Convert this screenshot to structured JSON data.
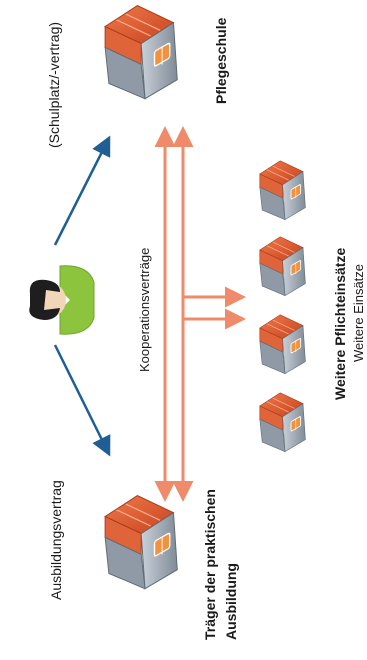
{
  "diagram": {
    "colors": {
      "arrow_blue": "#1f5f96",
      "arrow_orange": "#ef8a6a",
      "roof": "#d9552e",
      "wall": "#9aa6b2",
      "person_shirt": "#8cc43e"
    },
    "labels": {
      "schulplatz": "(Schulplatz/-vertrag)",
      "ausbildungsvertrag": "Ausbildungsvertrag",
      "kooperationsvertraege": "Kooperationsverträge",
      "pflegeschule": "Pflegeschule",
      "traeger_line1": "Träger der praktischen",
      "traeger_line2": "Ausbildung",
      "weitere_pflichteinsaetze": "Weitere Pflichteinsätze",
      "weitere_einsaetze": "Weitere Einsätze"
    }
  }
}
